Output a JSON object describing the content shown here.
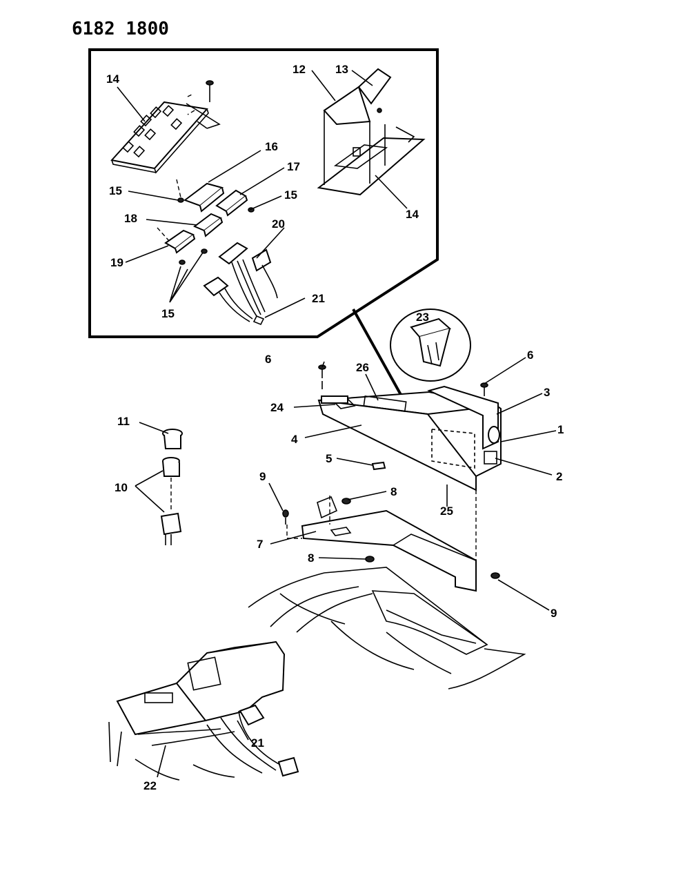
{
  "header": {
    "code": "6182 1800"
  },
  "callouts": [
    "1",
    "2",
    "3",
    "4",
    "5",
    "6",
    "7",
    "8",
    "9",
    "10",
    "11",
    "12",
    "13",
    "14",
    "15",
    "16",
    "17",
    "18",
    "19",
    "20",
    "21",
    "22",
    "23",
    "24",
    "25",
    "26"
  ],
  "components": {
    "inset": "switch-and-wiring-detail",
    "center_console": "console-assembly",
    "lighter": "cigar-lighter",
    "bracket": "console-mounting-bracket",
    "floor": "floor-tunnel",
    "installed_view": "console-installed-view",
    "clip": "retainer-clip-detail"
  }
}
